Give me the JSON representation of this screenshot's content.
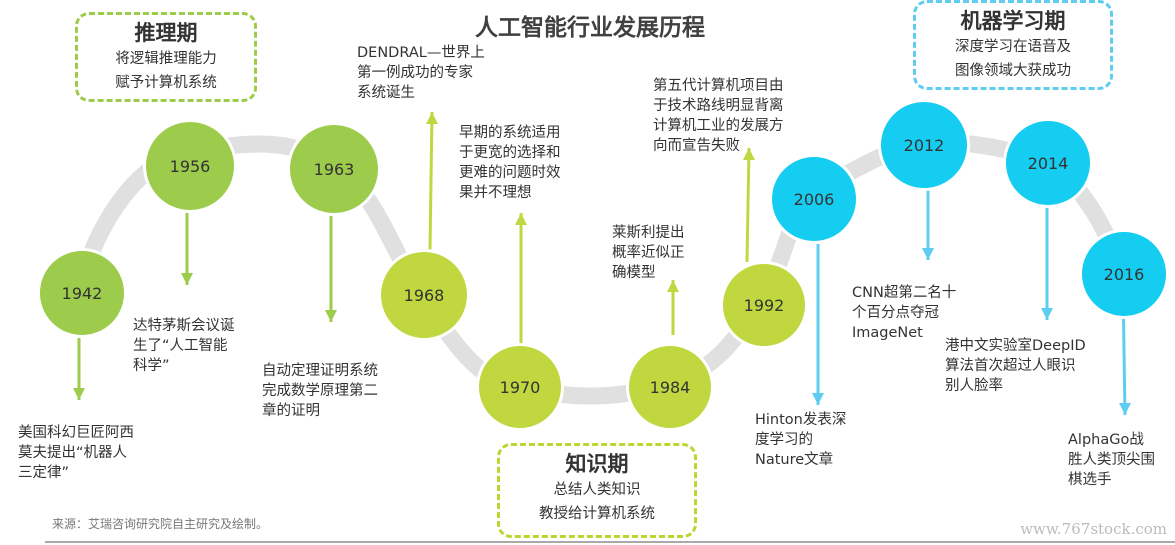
{
  "title": "人工智能行业发展历程",
  "phases": [
    {
      "name": "推理期",
      "desc": [
        "将逻辑推理能力",
        "赋予计算机系统"
      ],
      "color": "#9dcb4b"
    },
    {
      "name": "知识期",
      "desc": [
        "总结人类知识",
        "教授给计算机系统"
      ],
      "color": "#bcd631"
    },
    {
      "name": "机器学习期",
      "desc": [
        "深度学习在语音及",
        "图像领域大获成功"
      ],
      "color": "#5fcdf0"
    }
  ],
  "events": [
    {
      "year": "1942",
      "text": [
        "美国科幻巨匠阿西",
        "莫夫提出“机器人",
        "三定律”"
      ]
    },
    {
      "year": "1956",
      "text": [
        "达特茅斯会议诞",
        "生了“人工智能",
        "科学”"
      ]
    },
    {
      "year": "1963",
      "text": [
        "自动定理证明系统",
        "完成数学原理第二",
        "章的证明"
      ]
    },
    {
      "year": "1968",
      "text": [
        "DENDRAL—世界上",
        "第一例成功的专家",
        "系统诞生"
      ]
    },
    {
      "year": "1970",
      "text": [
        "早期的系统适用",
        "于更宽的选择和",
        "更难的问题时效",
        "果并不理想"
      ]
    },
    {
      "year": "1984",
      "text": [
        "莱斯利提出",
        "概率近似正",
        "确模型"
      ]
    },
    {
      "year": "1992",
      "text": [
        "第五代计算机项目由",
        "于技术路线明显背离",
        "计算机工业的发展方",
        "向而宣告失败"
      ]
    },
    {
      "year": "2006",
      "text": [
        "Hinton发表深",
        "度学习的",
        "Nature文章"
      ]
    },
    {
      "year": "2012",
      "text": [
        "CNN超第二名十",
        "个百分点夺冠",
        "ImageNet"
      ]
    },
    {
      "year": "2014",
      "text": [
        "港中文实验室DeepID",
        "算法首次超过人眼识",
        "别人脸率"
      ]
    },
    {
      "year": "2016",
      "text": [
        "AlphaGo战",
        "胜人类顶尖围",
        "棋选手"
      ]
    }
  ],
  "colors": {
    "green": "#9dcb4b",
    "lime": "#c0d73f",
    "cyan": "#14cdf0",
    "arrow_cyan": "#5fcdf0",
    "track": "#e0e0e0"
  },
  "source": "来源：艾瑞咨询研究院自主研究及绘制。",
  "watermark": "www.767stock.com"
}
